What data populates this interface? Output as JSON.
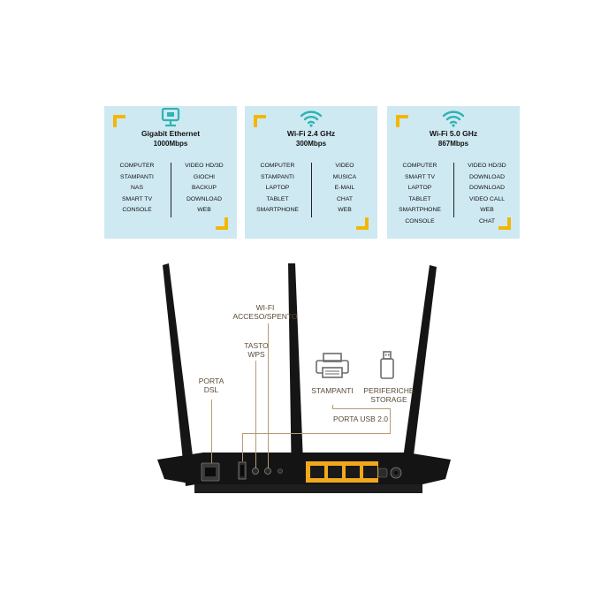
{
  "cards": [
    {
      "title": "Gigabit Ethernet",
      "subtitle": "1000Mbps",
      "icon": "ethernet-icon",
      "left": [
        "COMPUTER",
        "STAMPANTI",
        "NAS",
        "SMART TV",
        "CONSOLE"
      ],
      "right": [
        "VIDEO HD/3D",
        "GIOCHI",
        "BACKUP",
        "DOWNLOAD",
        "WEB"
      ]
    },
    {
      "title": "Wi-Fi 2.4 GHz",
      "subtitle": "300Mbps",
      "icon": "wifi-icon",
      "left": [
        "COMPUTER",
        "STAMPANTI",
        "LAPTOP",
        "TABLET",
        "SMARTPHONE"
      ],
      "right": [
        "VIDEO",
        "MUSICA",
        "E-MAIL",
        "CHAT",
        "WEB"
      ]
    },
    {
      "title": "Wi-Fi 5.0 GHz",
      "subtitle": "867Mbps",
      "icon": "wifi-icon",
      "left": [
        "COMPUTER",
        "SMART TV",
        "LAPTOP",
        "TABLET",
        "SMARTPHONE",
        "CONSOLE"
      ],
      "right": [
        "VIDEO HD/3D",
        "DOWNLOAD",
        "DOWNLOAD",
        "VIDEO CALL",
        "WEB",
        "CHAT"
      ]
    }
  ],
  "labels": {
    "wifi_line1": "WI-FI",
    "wifi_line2": "ACCESO/SPENTO",
    "wps_line1": "TASTO",
    "wps_line2": "WPS",
    "dsl_line1": "PORTA",
    "dsl_line2": "DSL",
    "printers": "STAMPANTI",
    "storage_line1": "PERIFERICHE",
    "storage_line2": "STORAGE",
    "usb": "PORTA USB 2.0"
  },
  "colors": {
    "card_bg": "#cfe9f2",
    "accent": "#f2b705",
    "callout": "#b89b72",
    "router": "#151515",
    "lan_ports": "#f2a81d"
  }
}
